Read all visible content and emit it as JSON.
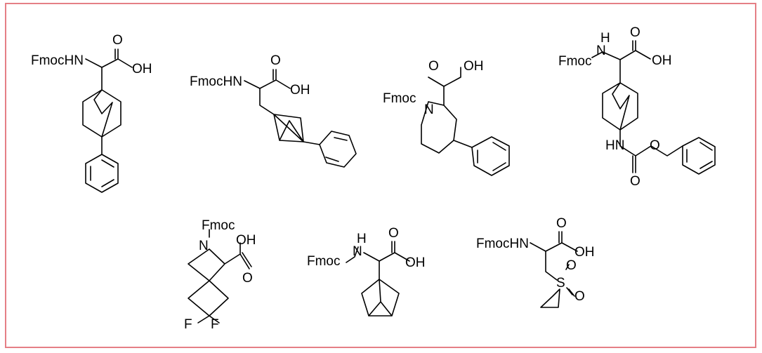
{
  "figure": {
    "frame_color": "#e57f86",
    "molecules": [
      {
        "id": "m1",
        "labels": {
          "n": "FmocHN",
          "o_carbonyl": "O",
          "oh": "OH"
        }
      },
      {
        "id": "m2",
        "labels": {
          "n": "FmocHN",
          "o_carbonyl": "O",
          "oh": "OH"
        }
      },
      {
        "id": "m3",
        "labels": {
          "o_carbonyl": "O",
          "oh": "OH",
          "fmoc": "Fmoc",
          "n": "N"
        }
      },
      {
        "id": "m4",
        "labels": {
          "h": "H",
          "n": "N",
          "fmoc": "Fmoc",
          "o_carbonyl": "O",
          "oh": "OH",
          "hn": "HN",
          "o_ester": "O",
          "o_carbamate": "O"
        }
      },
      {
        "id": "m5",
        "labels": {
          "fmoc": "Fmoc",
          "n": "N",
          "oh": "OH",
          "o_carbonyl": "O",
          "f1": "F",
          "f2": "F"
        }
      },
      {
        "id": "m6",
        "labels": {
          "h": "H",
          "n": "N",
          "fmoc": "Fmoc",
          "o_carbonyl": "O",
          "oh": "OH"
        }
      },
      {
        "id": "m7",
        "labels": {
          "n": "FmocHN",
          "o_carbonyl": "O",
          "oh": "OH",
          "o_sulfonyl_1": "O",
          "s": "S",
          "o_sulfonyl_2": "O"
        }
      }
    ]
  }
}
